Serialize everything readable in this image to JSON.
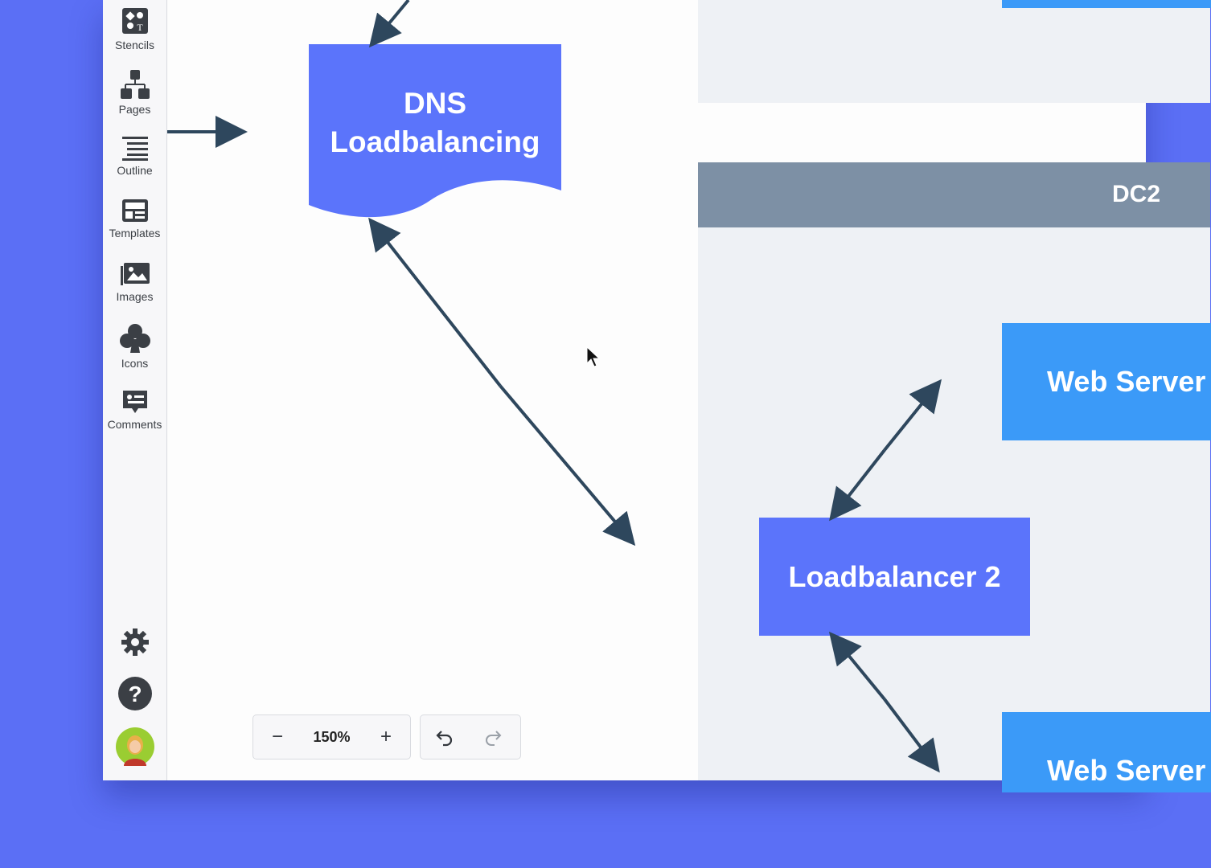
{
  "sidebar": {
    "items": [
      {
        "label": "Stencils",
        "icon": "stencils-icon"
      },
      {
        "label": "Pages",
        "icon": "pages-icon"
      },
      {
        "label": "Outline",
        "icon": "outline-icon"
      },
      {
        "label": "Templates",
        "icon": "templates-icon"
      },
      {
        "label": "Images",
        "icon": "images-icon"
      },
      {
        "label": "Icons",
        "icon": "club-icon"
      },
      {
        "label": "Comments",
        "icon": "comments-icon"
      }
    ],
    "bottom": [
      "gear-icon",
      "help-icon",
      "avatar"
    ]
  },
  "diagram": {
    "dns_line1": "DNS",
    "dns_line2": "Loadbalancing",
    "dc_label": "DC2",
    "lb2_label": "Loadbalancer 2",
    "web1_label": "Web Server",
    "web2_label": "Web Server"
  },
  "toolbar": {
    "zoom_minus": "−",
    "zoom_value": "150%",
    "zoom_plus": "+",
    "undo_icon": "undo-icon",
    "redo_icon": "redo-icon"
  },
  "colors": {
    "background": "#5b6ff5",
    "node_purple": "#5b74fb",
    "node_blue": "#3b9af8",
    "dc_header": "#7d90a5",
    "zone": "#eef1f5",
    "connector": "#2e475d"
  }
}
